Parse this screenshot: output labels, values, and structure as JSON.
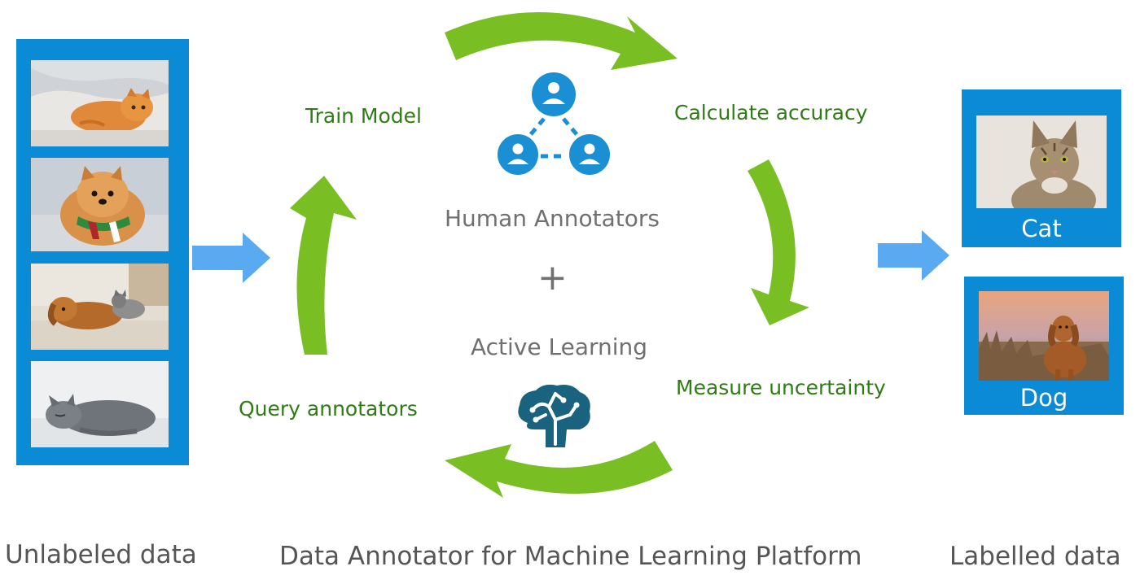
{
  "colors": {
    "frame_blue": "#0b8ad6",
    "arrow_blue": "#5aaaf2",
    "cycle_green": "#79bf24",
    "label_green": "#2e7d14",
    "icon_blue": "#1a8fd3",
    "icon_teal": "#19637f",
    "text_gray": "#707070"
  },
  "unlabeled": {
    "caption": "Unlabeled data",
    "photos": [
      "kitten-photo",
      "pomeranian-photo",
      "dog-and-cat-photo",
      "grey-cat-photo"
    ]
  },
  "cycle": {
    "steps": [
      "Train Model",
      "Calculate accuracy",
      "Measure uncertainty",
      "Query annotators"
    ]
  },
  "center": {
    "human_label": "Human Annotators",
    "plus": "+",
    "active_label": "Active Learning",
    "icons": [
      "people-network-icon",
      "brain-icon"
    ]
  },
  "labelled": {
    "caption": "Labelled data",
    "cards": [
      {
        "label": "Cat",
        "photo": "tabby-cat-photo"
      },
      {
        "label": "Dog",
        "photo": "vizsla-dog-photo"
      }
    ]
  },
  "footer": {
    "title": "Data Annotator for Machine Learning Platform"
  }
}
